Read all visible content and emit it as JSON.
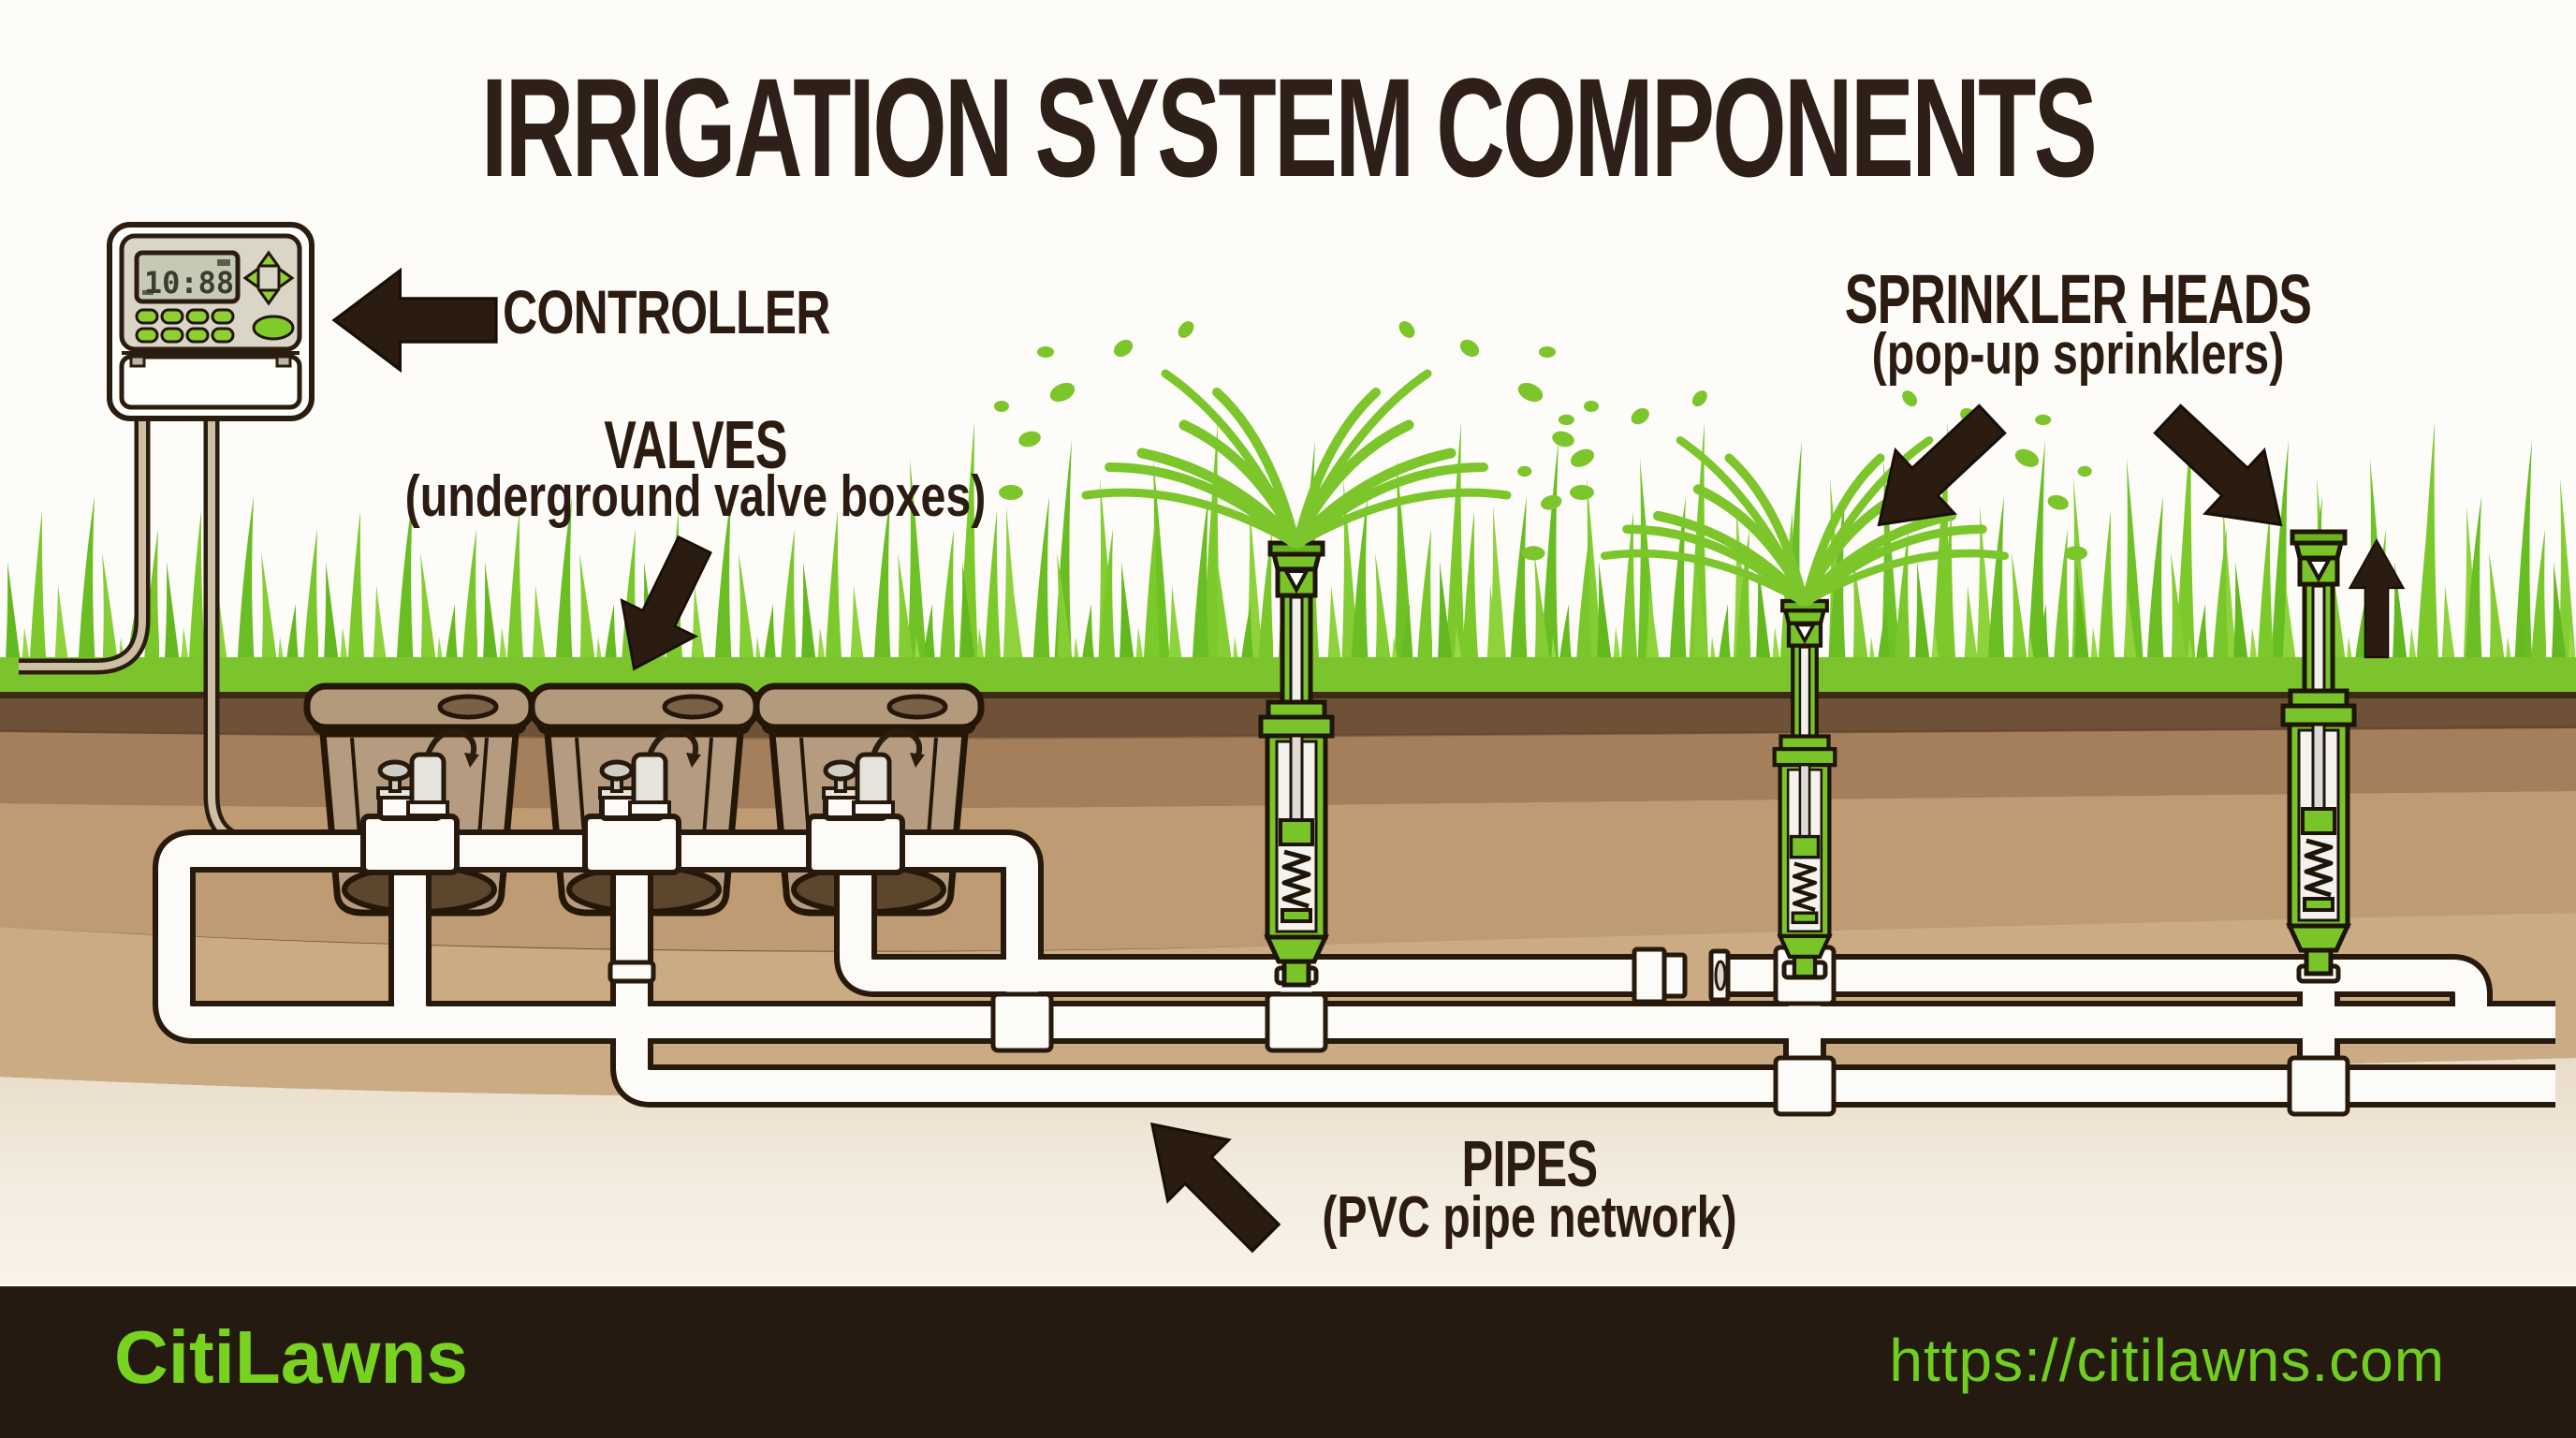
{
  "title": "IRRIGATION SYSTEM COMPONENTS",
  "labels": {
    "controller": {
      "name": "CONTROLLER"
    },
    "valves": {
      "name": "VALVES",
      "sub": "(underground valve boxes)"
    },
    "sprinklers": {
      "name": "SPRINKLER HEADS",
      "sub": "(pop-up sprinklers)"
    },
    "pipes": {
      "name": "PIPES",
      "sub": "(PVC pipe network)"
    }
  },
  "controller": {
    "display_time": "10:88"
  },
  "footer": {
    "brand": "CitiLawns",
    "url": "https://citilawns.com"
  },
  "icons": {
    "battery_icon": "battery-icon",
    "dpad_icons": "arrow-up / arrow-down / arrow-left / arrow-right",
    "block_arrows": "pointer-arrow-icon",
    "popup_motion": "up-arrow-icon"
  },
  "colors": {
    "title_text": "#2e2018",
    "label_text": "#2b1b10",
    "arrow_fill": "#2a1c10",
    "grass_green": "#7cc42e",
    "grass_light": "#8fd33c",
    "spray_green": "#7cc62c",
    "sprinkler_green": "#79c428",
    "soil_dark": "#6f5138",
    "soil_mid": "#a57f5c",
    "soil_tan": "#bf9b73",
    "soil_light": "#cbab83",
    "soil_cream": "#e9dcc8",
    "pipe_white": "#fcfbf7",
    "pipe_outline": "#27190b",
    "valve_box_tan": "#b59c80",
    "footer_bg": "#251a0f",
    "brand_green": "#77d31f",
    "lcd_bg": "#c6c9b4",
    "button_green": "#8ed032"
  }
}
